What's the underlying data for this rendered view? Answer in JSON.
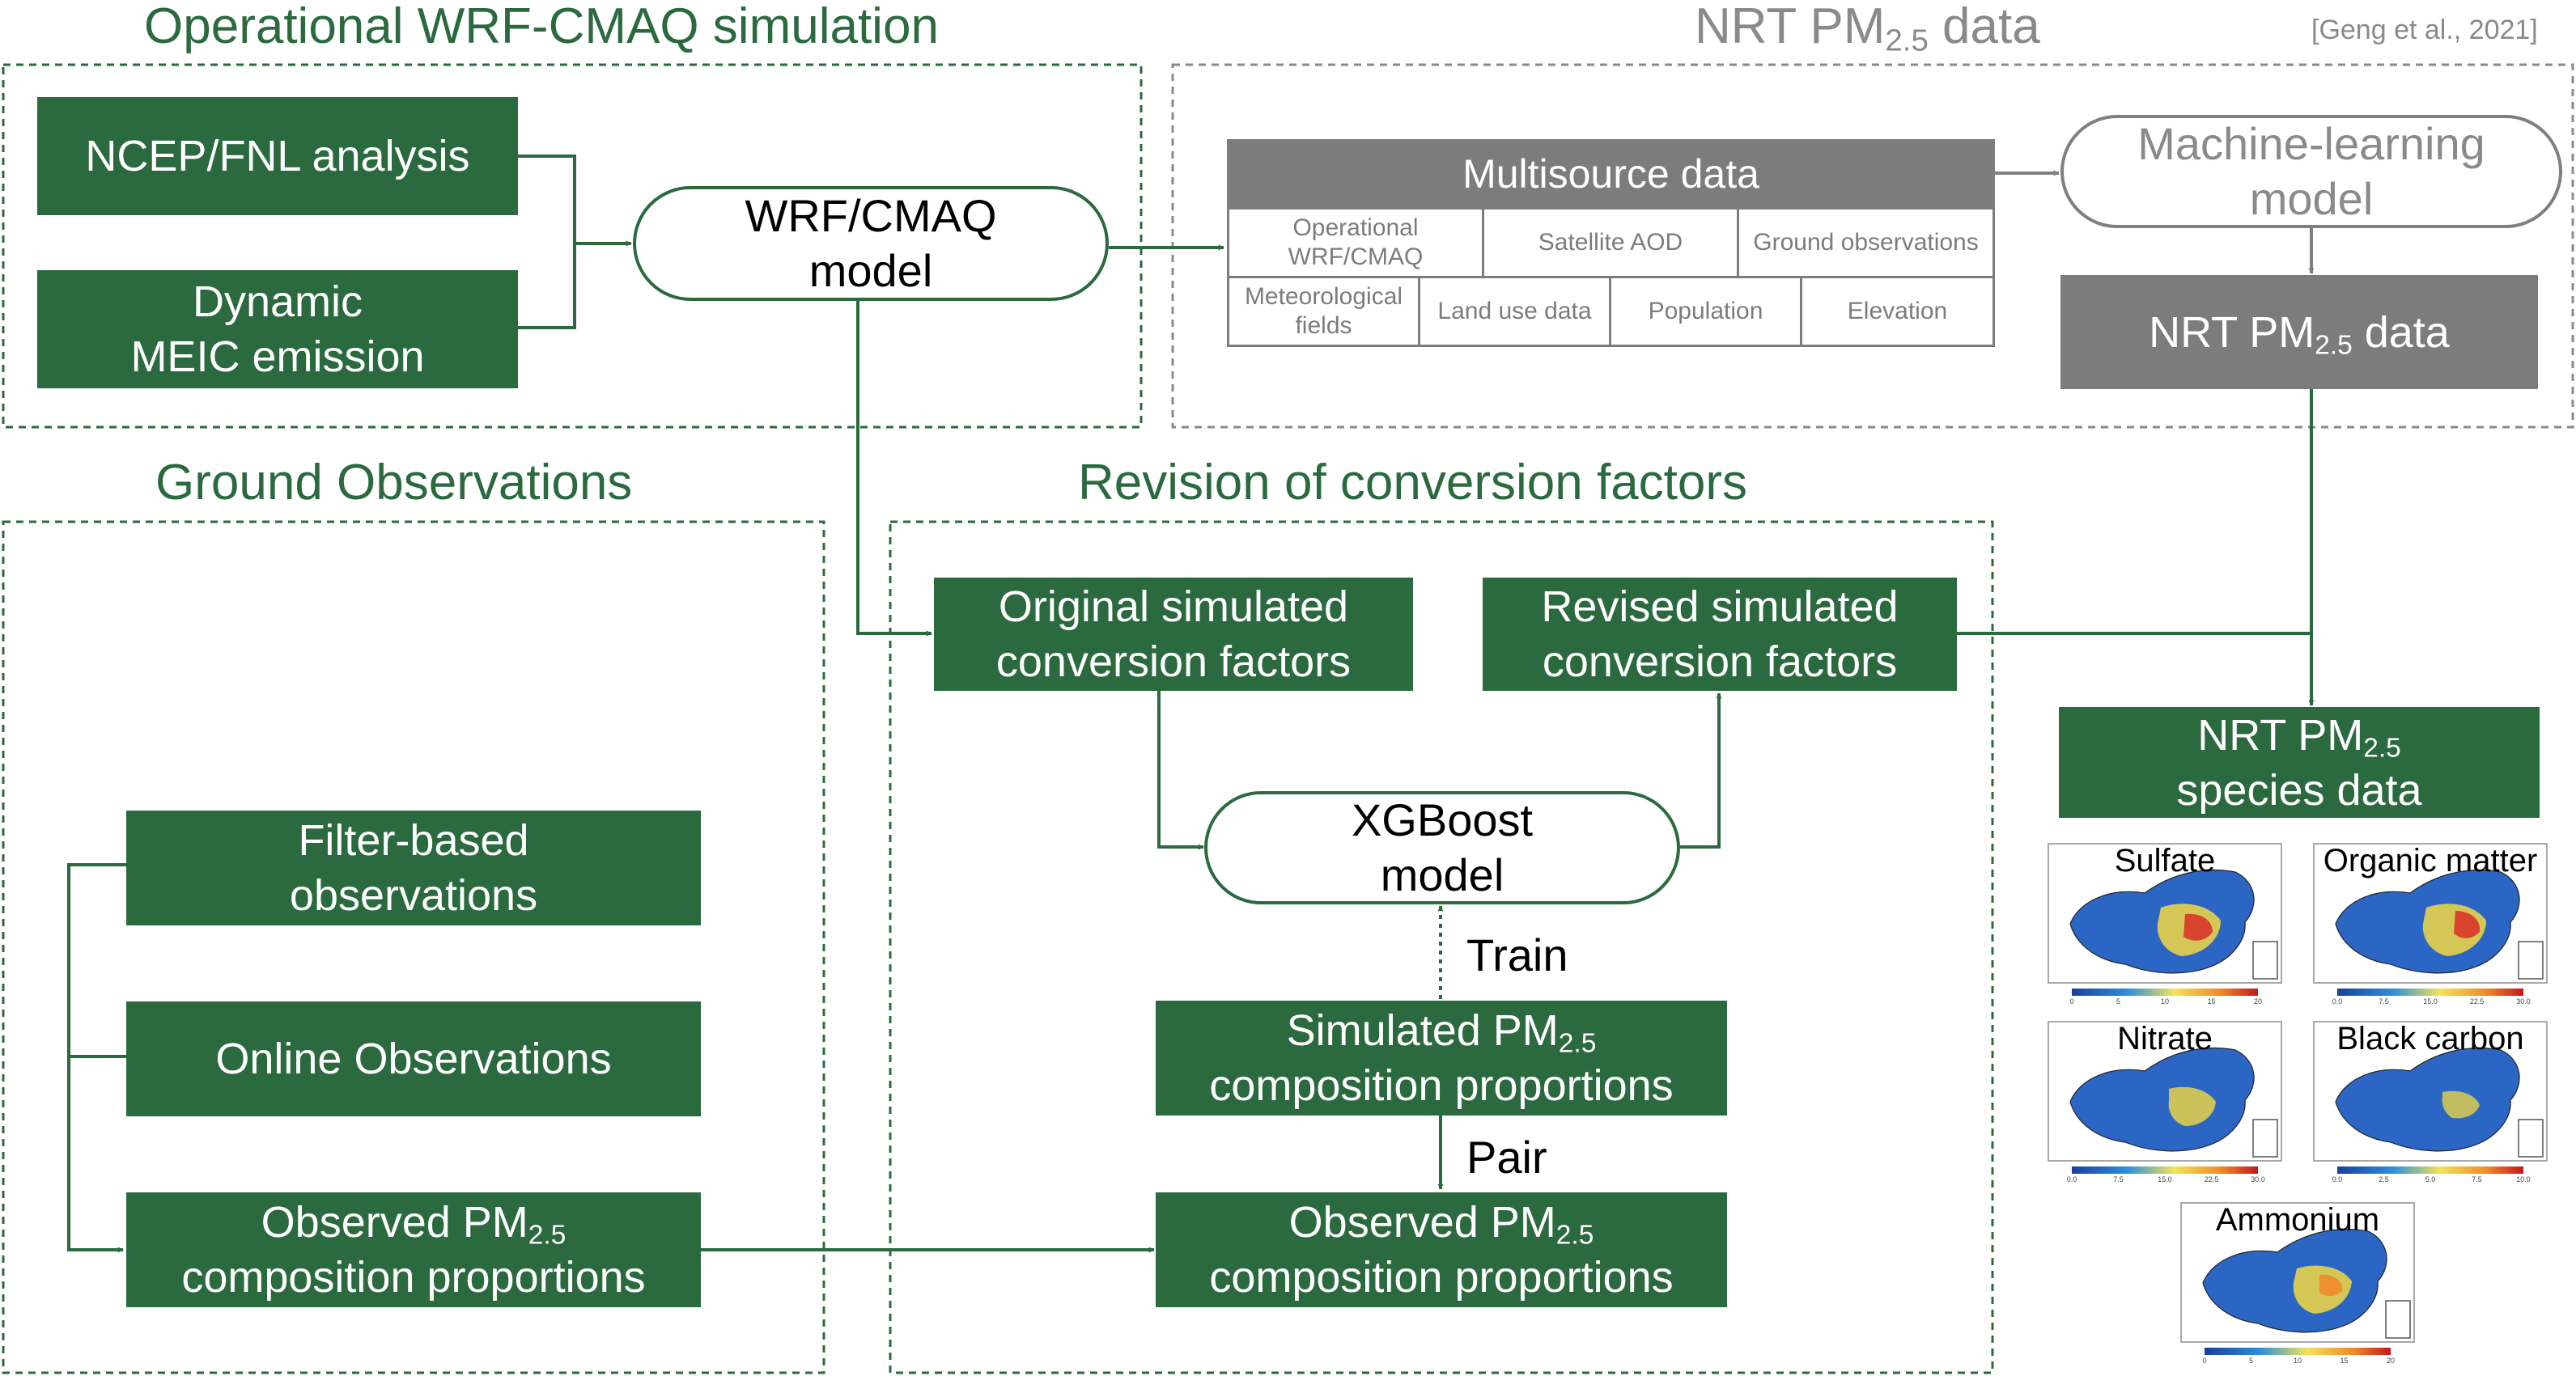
{
  "sections": {
    "wrf_cmaq": "Operational WRF-CMAQ simulation",
    "nrt_pre": "NRT PM",
    "nrt_sub": "2.5",
    "nrt_post": " data",
    "ground": "Ground Observations",
    "revision": "Revision of conversion factors"
  },
  "citation": "[Geng et al., 2021]",
  "boxes": {
    "ncep": "NCEP/FNL analysis",
    "meic_1": "Dynamic",
    "meic_2": "MEIC emission",
    "wrf_model_1": "WRF/CMAQ",
    "wrf_model_2": "model",
    "ml_model_1": "Machine-learning",
    "ml_model_2": "model",
    "nrt_data_pre": "NRT PM",
    "nrt_data_sub": "2.5",
    "nrt_data_post": " data",
    "original_cf_1": "Original simulated",
    "original_cf_2": "conversion factors",
    "revised_cf_1": "Revised simulated",
    "revised_cf_2": "conversion factors",
    "xgboost_1": "XGBoost",
    "xgboost_2": "model",
    "simulated_prop_pre": "Simulated PM",
    "simulated_prop_sub": "2.5",
    "simulated_prop_2": "composition proportions",
    "observed_prop_pre": "Observed PM",
    "observed_prop_sub": "2.5",
    "observed_prop_2": "composition proportions",
    "filter_obs_1": "Filter-based",
    "filter_obs_2": "observations",
    "online_obs": "Online Observations",
    "ground_prop_pre": "Observed PM",
    "ground_prop_sub": "2.5",
    "ground_prop_2": "composition proportions",
    "species_pre": "NRT PM",
    "species_sub": "2.5",
    "species_2": "species data"
  },
  "multisource": {
    "header": "Multisource data",
    "row1": [
      [
        "Operational",
        "WRF/CMAQ"
      ],
      [
        "Satellite AOD"
      ],
      [
        "Ground observations"
      ]
    ],
    "row2": [
      [
        "Meteorological",
        "fields"
      ],
      [
        "Land use data"
      ],
      [
        "Population"
      ],
      [
        "Elevation"
      ]
    ]
  },
  "labels": {
    "train": "Train",
    "pair": "Pair"
  },
  "maps": [
    {
      "name": "Sulfate",
      "ticks": [
        "0",
        "5",
        "10",
        "15",
        "20"
      ]
    },
    {
      "name": "Organic matter",
      "ticks": [
        "0.0",
        "7.5",
        "15.0",
        "22.5",
        "30.0"
      ]
    },
    {
      "name": "Nitrate",
      "ticks": [
        "0.0",
        "7.5",
        "15.0",
        "22.5",
        "30.0"
      ]
    },
    {
      "name": "Black carbon",
      "ticks": [
        "0.0",
        "2.5",
        "5.0",
        "7.5",
        "10.0"
      ]
    },
    {
      "name": "Ammonium",
      "ticks": [
        "0",
        "5",
        "10",
        "15",
        "20"
      ]
    }
  ],
  "colors": {
    "green": "#2b6a3f",
    "grey": "#7c7c7c"
  }
}
